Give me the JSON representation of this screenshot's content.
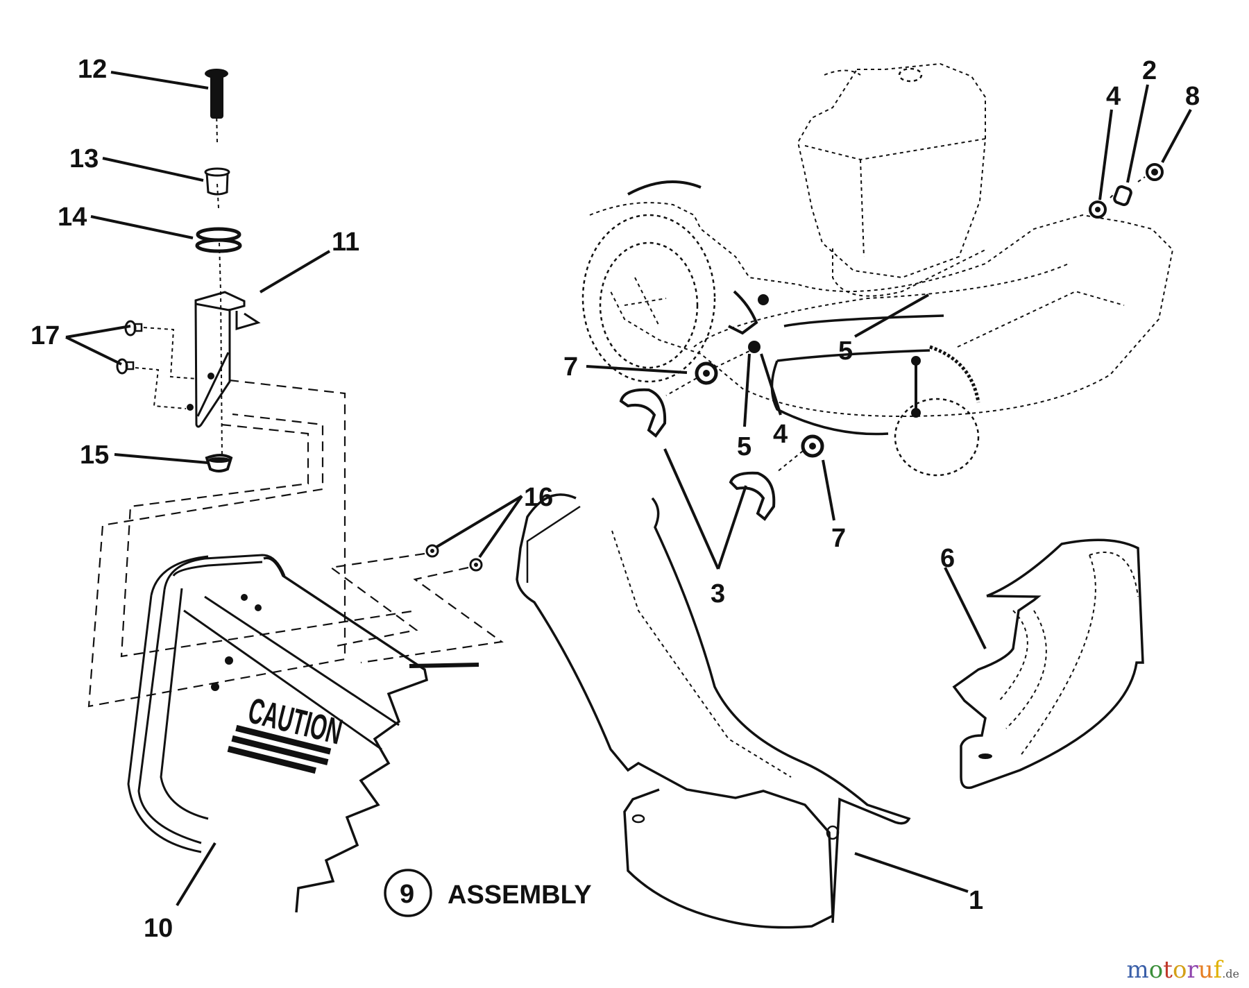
{
  "diagram": {
    "title": "Grass discharge chute / bag adapter – exploded parts view",
    "assembly_label": {
      "number": "9",
      "text": "ASSEMBLY"
    },
    "caution_decal": {
      "heading": "CAUTION"
    },
    "callouts": [
      {
        "id": "c12",
        "label": "12",
        "part": "bolt"
      },
      {
        "id": "c13",
        "label": "13",
        "part": "bushing"
      },
      {
        "id": "c14",
        "label": "14",
        "part": "spring washer"
      },
      {
        "id": "c11",
        "label": "11",
        "part": "hinge bracket"
      },
      {
        "id": "c17",
        "label": "17",
        "part": "rivets"
      },
      {
        "id": "c15",
        "label": "15",
        "part": "nut"
      },
      {
        "id": "c16",
        "label": "16",
        "part": "nuts"
      },
      {
        "id": "c10",
        "label": "10",
        "part": "bag adapter / door"
      },
      {
        "id": "c1",
        "label": "1",
        "part": "discharge chute"
      },
      {
        "id": "c6",
        "label": "6",
        "part": "deflector"
      },
      {
        "id": "c3",
        "label": "3",
        "part": "wing nuts"
      },
      {
        "id": "c7a",
        "label": "7",
        "part": "washer"
      },
      {
        "id": "c7b",
        "label": "7",
        "part": "washer"
      },
      {
        "id": "c5a",
        "label": "5",
        "part": "carriage bolt"
      },
      {
        "id": "c5b",
        "label": "5",
        "part": "carriage bolt"
      },
      {
        "id": "c4a",
        "label": "4",
        "part": "washer"
      },
      {
        "id": "c4b",
        "label": "4",
        "part": "washer"
      },
      {
        "id": "c2",
        "label": "2",
        "part": "spacer"
      },
      {
        "id": "c8",
        "label": "8",
        "part": "nut"
      }
    ]
  },
  "watermark": {
    "letters": [
      "m",
      "o",
      "t",
      "o",
      "r",
      "u",
      "f"
    ],
    "colors": [
      "#3a5fa8",
      "#3b8f3a",
      "#c0392b",
      "#d4a017",
      "#8e44ad",
      "#e67e22",
      "#e0b100"
    ],
    "suffix": ".de"
  }
}
